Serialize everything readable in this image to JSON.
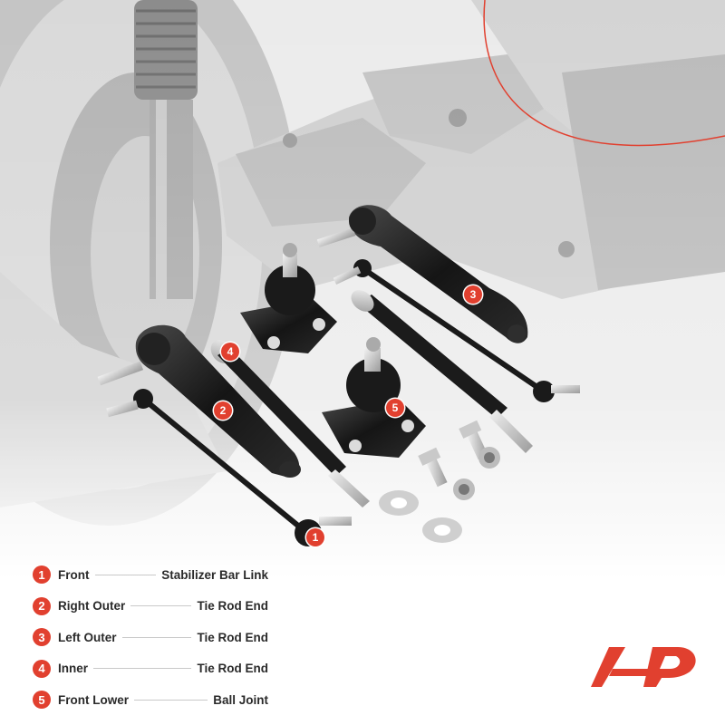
{
  "legend": [
    {
      "num": "1",
      "position": "Front",
      "part": "Stabilizer Bar Link"
    },
    {
      "num": "2",
      "position": "Right Outer",
      "part": "Tie Rod End"
    },
    {
      "num": "3",
      "position": "Left Outer",
      "part": "Tie Rod End"
    },
    {
      "num": "4",
      "position": "Inner",
      "part": "Tie Rod End"
    },
    {
      "num": "5",
      "position": "Front Lower",
      "part": "Ball Joint"
    }
  ],
  "callouts": [
    "1",
    "2",
    "3",
    "4",
    "5"
  ],
  "colors": {
    "accent": "#e1402f",
    "text": "#2a2a2a",
    "part_dark": "#1a1a1a",
    "bg_gray": "#d6d6d6"
  },
  "icons": [
    "brand-logo-icon"
  ]
}
